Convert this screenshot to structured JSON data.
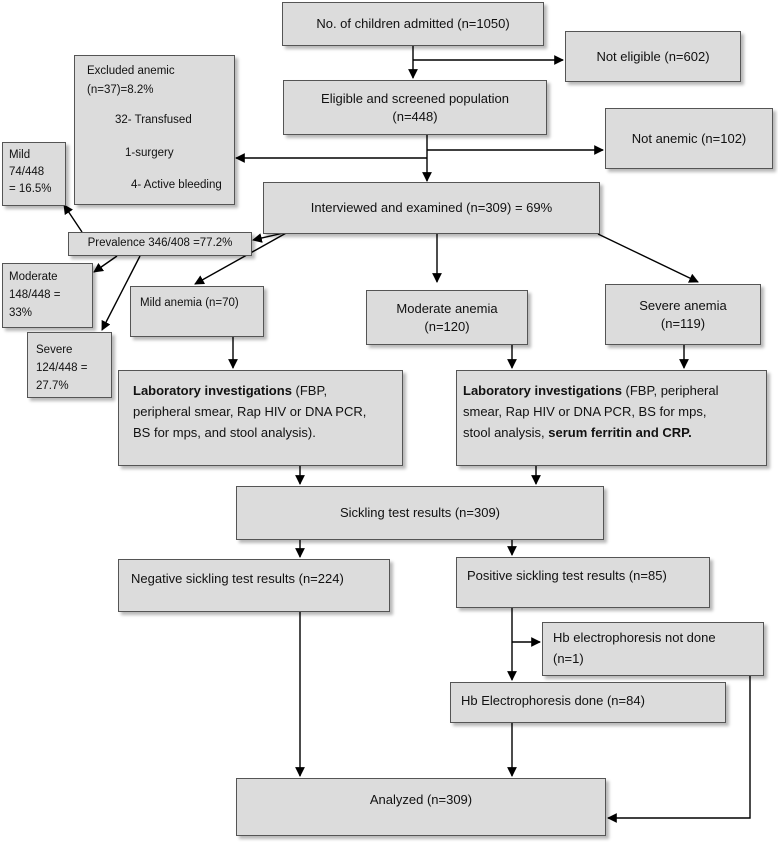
{
  "admitted": "No. of children admitted (n=1050)",
  "not_eligible": "Not eligible (n=602)",
  "eligible_line1": "Eligible and screened population",
  "eligible_line2": "(n=448)",
  "not_anemic": "Not anemic (n=102)",
  "excluded": {
    "line1": "Excluded  anemic",
    "line2": "(n=37)=8.2%",
    "transfused": "32- Transfused",
    "surgery": "1-surgery",
    "bleeding": "4- Active bleeding"
  },
  "mild_side": [
    "Mild",
    "74/448",
    "= 16.5%"
  ],
  "moderate_side": [
    "Moderate",
    "148/448 =",
    "33%"
  ],
  "severe_side": [
    "Severe",
    "124/448 =",
    "27.7%"
  ],
  "prevalence": "Prevalence 346/408 =77.2%",
  "interviewed": "Interviewed and examined (n=309) = 69%",
  "mild_anemia": "Mild anemia (n=70)",
  "moderate_anemia": {
    "line1": "Moderate anemia",
    "line2": "(n=120)"
  },
  "severe_anemia": {
    "line1": "Severe anemia",
    "line2": "(n=119)"
  },
  "lab_left": {
    "bold": "Laboratory investigations",
    "rest1": " (FBP,",
    "line2": "peripheral smear, Rap HIV or DNA PCR,",
    "line3": "BS for mps, and stool analysis)."
  },
  "lab_right": {
    "bold": "Laboratory investigations",
    "rest1": " (FBP, peripheral",
    "line2": "smear, Rap HIV or DNA PCR, BS for mps,",
    "line3_plain": "stool analysis, ",
    "line3_bold": "serum ferritin and CRP."
  },
  "sickling": "Sickling test results (n=309)",
  "negative": "Negative sickling test results (n=224)",
  "positive": "Positive sickling test results (n=85)",
  "not_done": {
    "line1": "Hb electrophoresis not done",
    "line2": "(n=1)"
  },
  "done": "Hb Electrophoresis done (n=84)",
  "analyzed": "Analyzed (n=309)"
}
